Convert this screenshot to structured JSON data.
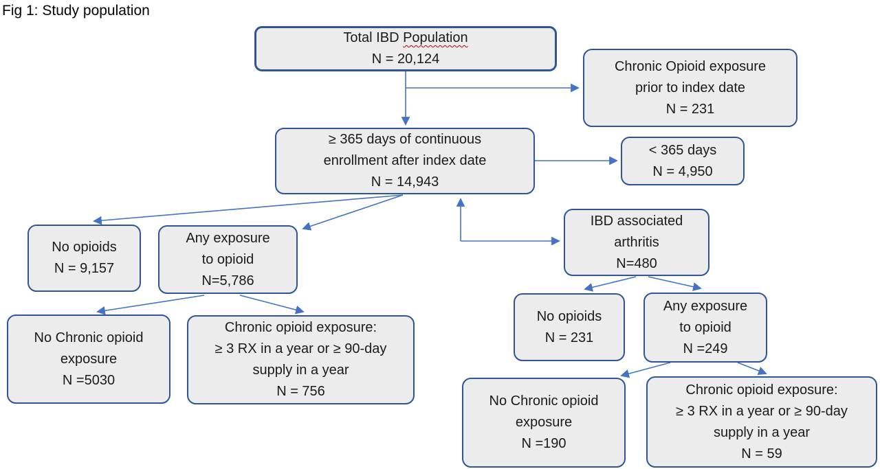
{
  "figure": {
    "title": "Fig 1: Study population"
  },
  "colors": {
    "box_fill": "#ECECEC",
    "box_border": "#2E5596",
    "arrow": "#4472C4",
    "text": "#1A1A1A",
    "squiggle": "#C00000"
  },
  "nodes": {
    "total": {
      "label_start": "Total IBD",
      "label_underlined": "Population",
      "n": "N = 20,124"
    },
    "chronic_prior": {
      "lines": [
        "Chronic Opioid exposure",
        "prior to index date",
        "N = 231"
      ]
    },
    "enroll_365": {
      "lines": [
        "≥ 365 days of continuous",
        "enrollment after index date",
        "N = 14,943"
      ]
    },
    "lt_365": {
      "lines": [
        "< 365 days",
        "N = 4,950"
      ]
    },
    "no_opioids_left": {
      "lines": [
        "No opioids",
        "N = 9,157"
      ]
    },
    "any_exposure_left": {
      "lines": [
        "Any exposure",
        "to opioid",
        "N=5,786"
      ]
    },
    "no_chronic_left": {
      "lines": [
        "No Chronic opioid",
        "exposure",
        "N =5030"
      ]
    },
    "chronic_left": {
      "lines": [
        "Chronic opioid exposure:",
        "≥ 3 RX in a year or ≥ 90-day",
        "supply in a year",
        "N = 756"
      ]
    },
    "ibd_arthritis": {
      "lines": [
        "IBD associated",
        "arthritis",
        "N=480"
      ]
    },
    "no_opioids_right": {
      "lines": [
        "No opioids",
        "N = 231"
      ]
    },
    "any_exposure_right": {
      "lines": [
        "Any exposure",
        "to opioid",
        "N =249"
      ]
    },
    "no_chronic_right": {
      "lines": [
        "No Chronic opioid",
        "exposure",
        "N =190"
      ]
    },
    "chronic_right": {
      "lines": [
        "Chronic opioid exposure:",
        "≥ 3 RX in a year or ≥ 90-day",
        "supply in a year",
        "N = 59"
      ]
    }
  }
}
